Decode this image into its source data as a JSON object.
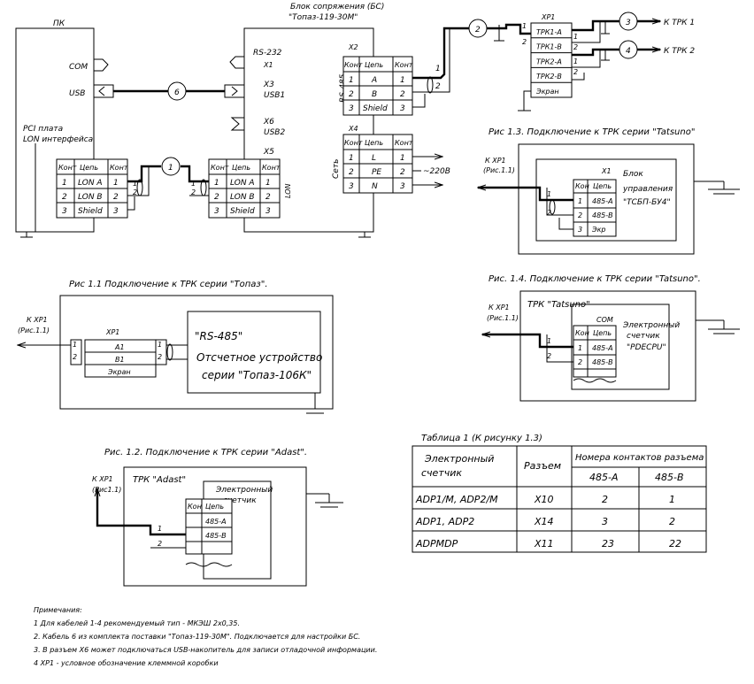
{
  "pc": {
    "title": "ПК",
    "com": "COM",
    "usb": "USB",
    "pci_line1": "PCI плата",
    "pci_line2": "LON интерфейса",
    "hdr_cont": "Конт",
    "hdr_circuit": "Цепь",
    "hdr_cont2": "Конт",
    "rows": [
      [
        "1",
        "LON A",
        "1"
      ],
      [
        "2",
        "LON B",
        "2"
      ],
      [
        "3",
        "Shield",
        "3"
      ]
    ],
    "cable_num": "1",
    "wire1": "1",
    "wire2": "2"
  },
  "bs": {
    "title_line1": "Блок сопряжения (БС)",
    "title_line2": "\"Топаз-119-30М\"",
    "rs232": "RS-232",
    "x1": "X1",
    "x3": "X3",
    "usb1": "USB1",
    "x6": "X6",
    "usb2": "USB2",
    "x5": "X5",
    "x2": "X2",
    "x4": "X4",
    "rs485": "RS-485",
    "lon": "LON",
    "net": "Сеть",
    "usb_cable": "6",
    "x2_hdr": [
      "Конт",
      "Цепь",
      "Конт"
    ],
    "x2_rows": [
      [
        "1",
        "A",
        "1"
      ],
      [
        "2",
        "B",
        "2"
      ],
      [
        "3",
        "Shield",
        "3"
      ]
    ],
    "x4_hdr": [
      "Конт",
      "Цепь",
      "Конт"
    ],
    "x4_rows": [
      [
        "1",
        "L",
        "1"
      ],
      [
        "2",
        "PE",
        "2"
      ],
      [
        "3",
        "N",
        "3"
      ]
    ],
    "x5_hdr": [
      "Конт",
      "Цепь",
      "Конт"
    ],
    "x5_rows": [
      [
        "1",
        "LON A",
        "1"
      ],
      [
        "2",
        "LON B",
        "2"
      ],
      [
        "3",
        "Shield",
        "3"
      ]
    ],
    "mains": "~220В",
    "out1": "1",
    "out2": "2"
  },
  "xp1_top": {
    "name": "XP1",
    "cable2": "2",
    "cable3": "3",
    "cable4": "4",
    "rows": [
      "ТРК1-A",
      "ТРК1-B",
      "ТРК2-A",
      "ТРК2-B",
      "Экран"
    ],
    "left_nums": [
      "1",
      "2"
    ],
    "right_nums": [
      "1",
      "2",
      "1",
      "2"
    ],
    "trk1": "К ТРК 1",
    "trk2": "К ТРК 2"
  },
  "fig11": {
    "caption": "Рис 1.1  Подключение к ТРК серии \"Топаз\".",
    "kxp1": "К XP1",
    "ref": "(Рис.1.1)",
    "xp1": "XP1",
    "rows": [
      "A1",
      "B1",
      "Экран"
    ],
    "n1": "1",
    "n2": "2",
    "r1": "1",
    "r2": "2",
    "dev_line1": "\"RS-485\"",
    "dev_line2": "Отсчетное устройство",
    "dev_line3": "серии \"Топаз-106К\""
  },
  "fig12": {
    "caption": "Рис. 1.2. Подключение к ТРК серии \"Adast\".",
    "kxp1": "К XP1",
    "ref": "(Рис1.1)",
    "trk": "ТРК \"Adast\"",
    "meter_line1": "Электронный",
    "meter_line2": "счетчик",
    "hdr": [
      "Кон",
      "Цепь"
    ],
    "rows": [
      "485-A",
      "485-B"
    ],
    "n1": "1",
    "n2": "2"
  },
  "fig13": {
    "caption": "Рис  1.3.  Подключение к ТРК серии \"Tatsuno\"",
    "kxp1": "К XP1",
    "ref": "(Рис.1.1)",
    "x": "X1",
    "block_line1": "Блок",
    "block_line2": "управления",
    "block_line3": "\"ТСБП-БУ4\"",
    "hdr": [
      "Кон",
      "Цепь"
    ],
    "rows": [
      [
        "1",
        "485-A"
      ],
      [
        "2",
        "485-B"
      ],
      [
        "3",
        "Экр"
      ]
    ],
    "n1": "1",
    "n2": "2"
  },
  "fig14": {
    "caption": "Рис.  1.4.  Подключение к ТРК серии \"Tatsuno\".",
    "kxp1": "К XP1",
    "ref": "(Рис.1.1)",
    "trk": "ТРК \"Tatsuno\"",
    "com": "COM",
    "meter_line1": "Электронный",
    "meter_line2": "счетчик",
    "meter_line3": "\"PDECPU\"",
    "hdr": [
      "Кон",
      "Цепь"
    ],
    "rows": [
      [
        "1",
        "485-A"
      ],
      [
        "2",
        "485-B"
      ]
    ],
    "n1": "1",
    "n2": "2"
  },
  "table1": {
    "caption": "Таблица 1  (К рисунку 1.3)",
    "h_meter_line1": "Электронный",
    "h_meter_line2": "счетчик",
    "h_conn": "Разъем",
    "h_nums": "Номера контактов разъема",
    "h_a": "485-A",
    "h_b": "485-B",
    "rows": [
      {
        "meter": "ADP1/M, ADP2/M",
        "conn": "X10",
        "a": "2",
        "b": "1"
      },
      {
        "meter": "ADP1, ADP2",
        "conn": "X14",
        "a": "3",
        "b": "2"
      },
      {
        "meter": "ADPMDP",
        "conn": "X11",
        "a": "23",
        "b": "22"
      }
    ]
  },
  "notes": {
    "title": "Примечания:",
    "items": [
      "1  Для кабелей 1-4  рекомендуемый тип - МКЭШ 2х0,35.",
      "2. Кабель 6 из комплекта поставки \"Топаз-119-30М\". Подключается для настройки БС.",
      "3. В разъем X6 может подключаться USB-накопитель для записи отладочной информации.",
      "4  XP1 - условное обозначение клеммной коробки"
    ]
  }
}
